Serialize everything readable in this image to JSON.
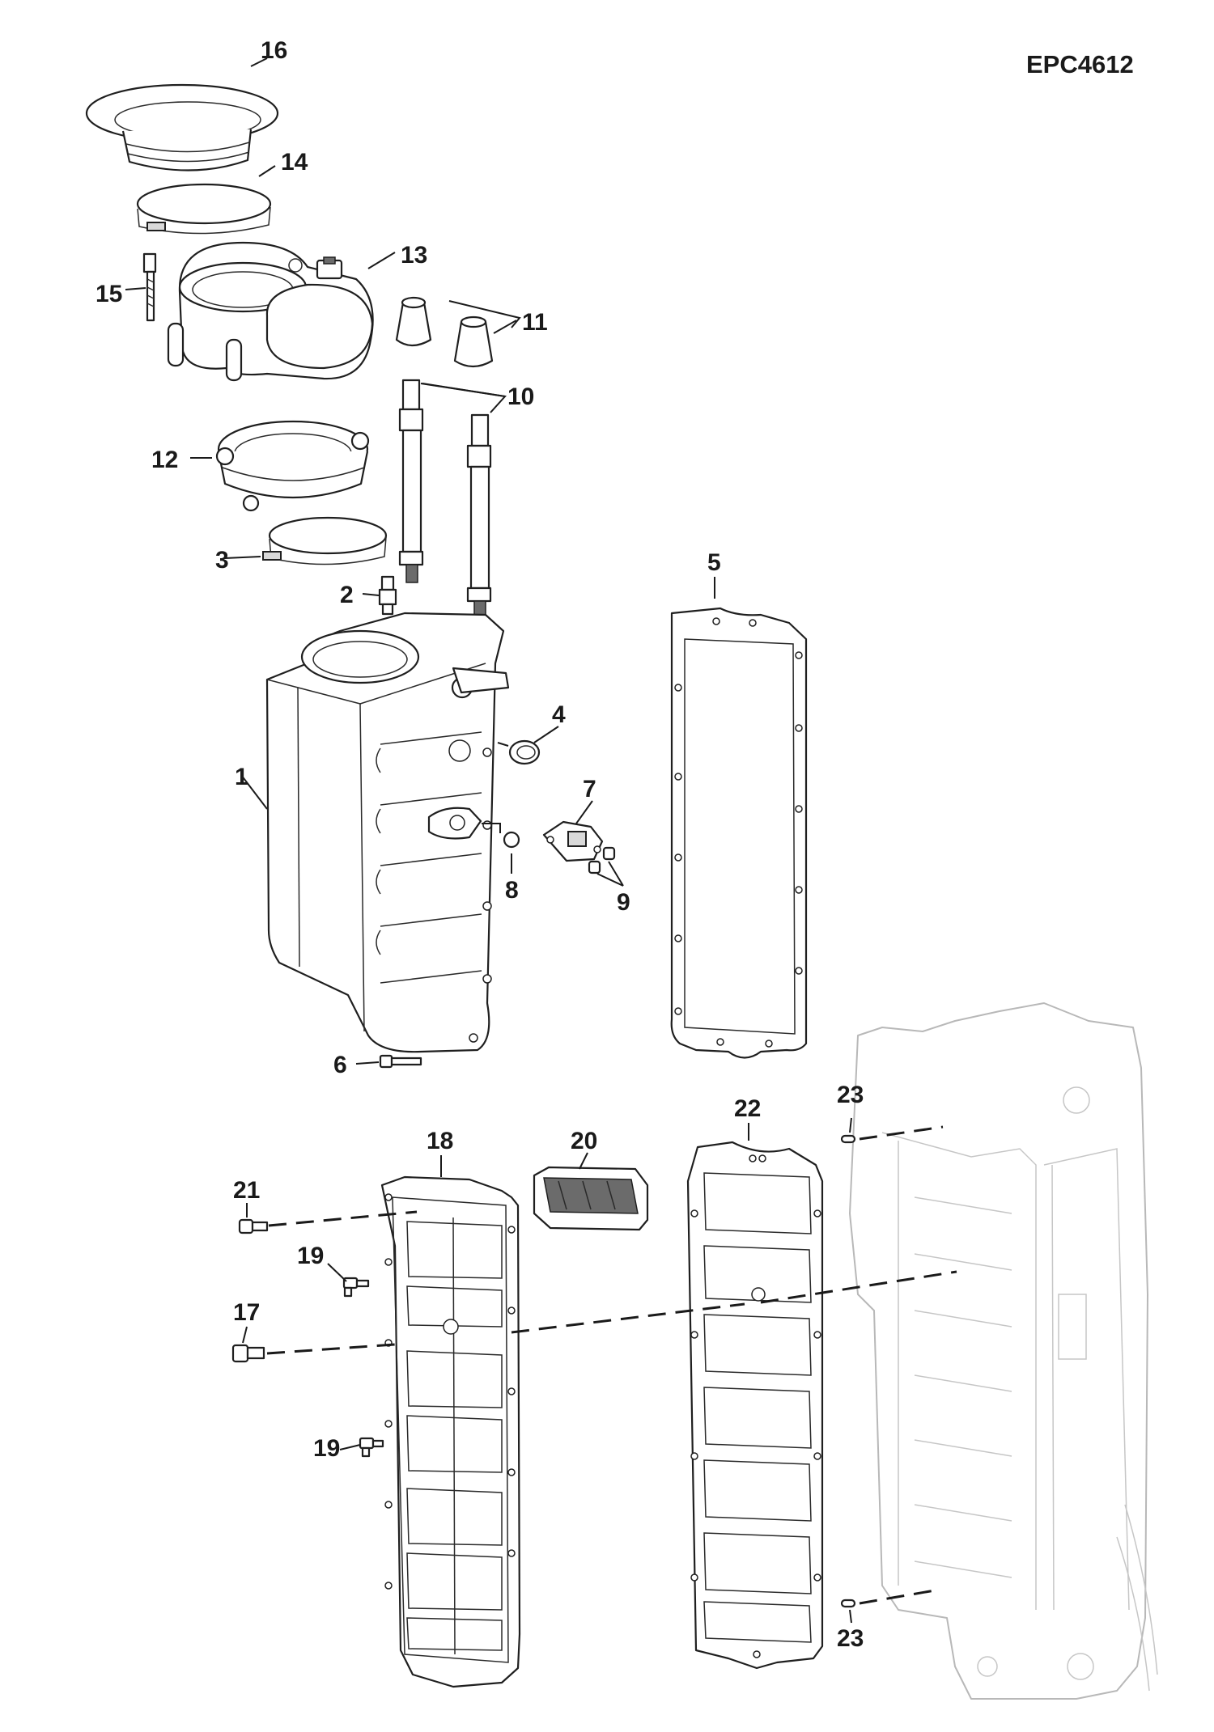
{
  "reference_code": "EPC4612",
  "callouts": {
    "c1": "1",
    "c2": "2",
    "c3": "3",
    "c4": "4",
    "c5": "5",
    "c6": "6",
    "c7": "7",
    "c8": "8",
    "c9": "9",
    "c10": "10",
    "c11": "11",
    "c12": "12",
    "c13": "13",
    "c14": "14",
    "c15": "15",
    "c16": "16",
    "c17": "17",
    "c18": "18",
    "c19a": "19",
    "c19b": "19",
    "c20": "20",
    "c21": "21",
    "c22": "22",
    "c23a": "23",
    "c23b": "23"
  }
}
